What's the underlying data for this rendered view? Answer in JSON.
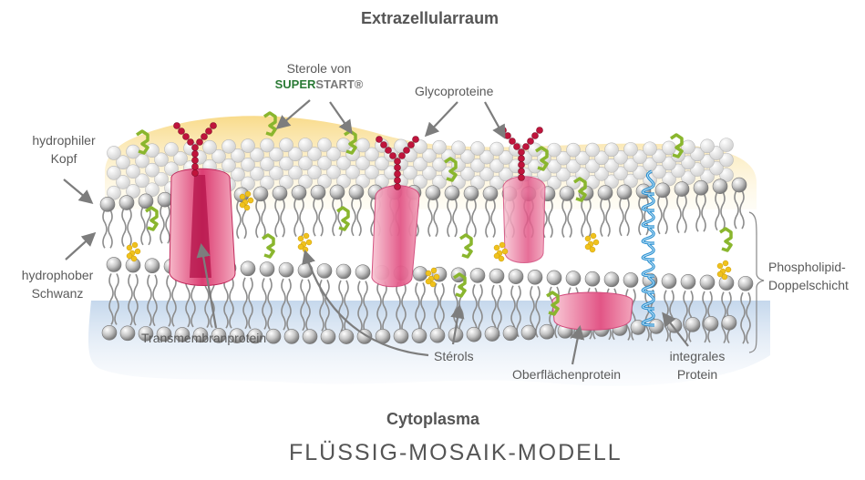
{
  "header": {
    "top": "Extrazellularraum",
    "bottom": "Cytoplasma"
  },
  "title": "FLÜSSIG-MOSAIK-MODELL",
  "labels": {
    "sterole_line1": "Sterole von",
    "brand_super": "SUPER",
    "brand_start": "START®",
    "glycoproteine": "Glycoproteine",
    "hydrophiler_line1": "hydrophiler",
    "hydrophiler_line2": "Kopf",
    "hydrophober_line1": "hydrophober",
    "hydrophober_line2": "Schwanz",
    "transmembranprotein": "Transmembranprotein",
    "sterols": "Stérols",
    "oberflaechenprotein": "Oberflächenprotein",
    "integrales_line1": "integrales",
    "integrales_line2": "Protein",
    "phospholipid_line1": "Phospholipid-",
    "phospholipid_line2": "Doppelschicht"
  },
  "colors": {
    "brand_green": "#2a7a35",
    "brand_gray": "#7a7a7a",
    "protein_magenta": "#d6336c",
    "sugar_red": "#c0143c",
    "sterol_green": "#8ab62e",
    "sterol_yellow": "#f0c21c",
    "helix_blue": "#2a8fd0",
    "extracellular_glow": "#f9dd93",
    "cytoplasm_glow": "#c9dbee"
  }
}
